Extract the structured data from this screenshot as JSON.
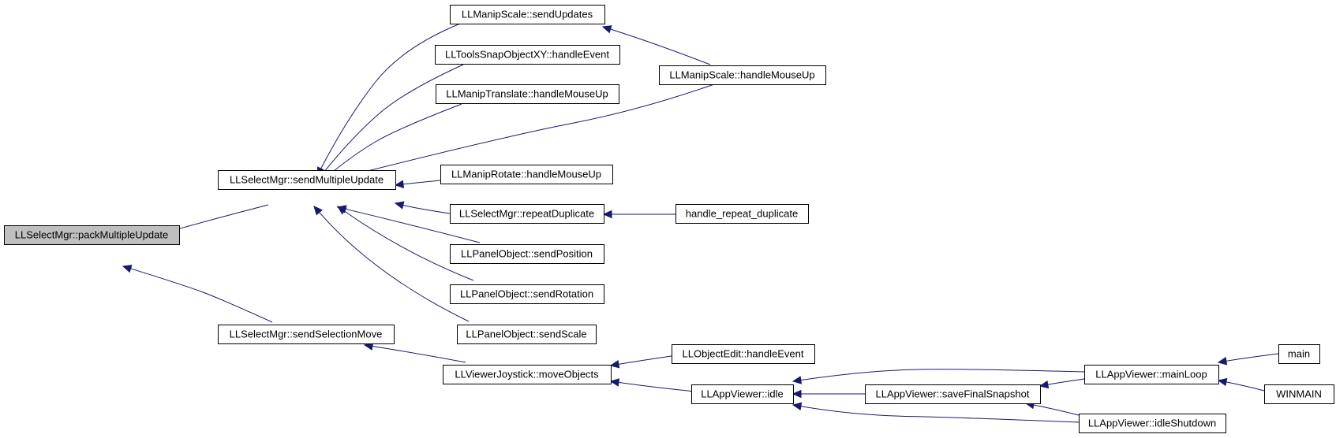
{
  "graph": {
    "nodes": [
      {
        "id": "packMultipleUpdate",
        "label": "LLSelectMgr::packMultipleUpdate",
        "focus": true
      },
      {
        "id": "sendMultipleUpdate",
        "label": "LLSelectMgr::sendMultipleUpdate"
      },
      {
        "id": "sendSelectionMove",
        "label": "LLSelectMgr::sendSelectionMove"
      },
      {
        "id": "manipScaleSendUpdates",
        "label": "LLManipScale::sendUpdates"
      },
      {
        "id": "toolsSnapHandleEvent",
        "label": "LLToolsSnapObjectXY::handleEvent"
      },
      {
        "id": "manipTranslateMouseUp",
        "label": "LLManipTranslate::handleMouseUp"
      },
      {
        "id": "manipRotateMouseUp",
        "label": "LLManipRotate::handleMouseUp"
      },
      {
        "id": "repeatDuplicate",
        "label": "LLSelectMgr::repeatDuplicate"
      },
      {
        "id": "sendPosition",
        "label": "LLPanelObject::sendPosition"
      },
      {
        "id": "sendRotation",
        "label": "LLPanelObject::sendRotation"
      },
      {
        "id": "sendScale",
        "label": "LLPanelObject::sendScale"
      },
      {
        "id": "manipScaleMouseUp",
        "label": "LLManipScale::handleMouseUp"
      },
      {
        "id": "handleRepeatDuplicate",
        "label": "handle_repeat_duplicate"
      },
      {
        "id": "moveObjects",
        "label": "LLViewerJoystick::moveObjects"
      },
      {
        "id": "objectEditHandleEvent",
        "label": "LLObjectEdit::handleEvent"
      },
      {
        "id": "appIdle",
        "label": "LLAppViewer::idle"
      },
      {
        "id": "saveFinalSnapshot",
        "label": "LLAppViewer::saveFinalSnapshot"
      },
      {
        "id": "mainLoop",
        "label": "LLAppViewer::mainLoop"
      },
      {
        "id": "idleShutdown",
        "label": "LLAppViewer::idleShutdown"
      },
      {
        "id": "main",
        "label": "main"
      },
      {
        "id": "winmain",
        "label": "WINMAIN"
      }
    ],
    "edges": [
      {
        "from": "sendMultipleUpdate",
        "to": "packMultipleUpdate"
      },
      {
        "from": "sendSelectionMove",
        "to": "packMultipleUpdate"
      },
      {
        "from": "manipScaleSendUpdates",
        "to": "sendMultipleUpdate"
      },
      {
        "from": "toolsSnapHandleEvent",
        "to": "sendMultipleUpdate"
      },
      {
        "from": "manipTranslateMouseUp",
        "to": "sendMultipleUpdate"
      },
      {
        "from": "manipScaleMouseUp",
        "to": "sendMultipleUpdate"
      },
      {
        "from": "manipRotateMouseUp",
        "to": "sendMultipleUpdate"
      },
      {
        "from": "repeatDuplicate",
        "to": "sendMultipleUpdate"
      },
      {
        "from": "sendPosition",
        "to": "sendMultipleUpdate"
      },
      {
        "from": "sendRotation",
        "to": "sendMultipleUpdate"
      },
      {
        "from": "sendScale",
        "to": "sendMultipleUpdate"
      },
      {
        "from": "manipScaleMouseUp",
        "to": "manipScaleSendUpdates"
      },
      {
        "from": "handleRepeatDuplicate",
        "to": "repeatDuplicate"
      },
      {
        "from": "moveObjects",
        "to": "sendSelectionMove"
      },
      {
        "from": "objectEditHandleEvent",
        "to": "moveObjects"
      },
      {
        "from": "appIdle",
        "to": "moveObjects"
      },
      {
        "from": "mainLoop",
        "to": "appIdle"
      },
      {
        "from": "saveFinalSnapshot",
        "to": "appIdle"
      },
      {
        "from": "idleShutdown",
        "to": "appIdle"
      },
      {
        "from": "mainLoop",
        "to": "saveFinalSnapshot"
      },
      {
        "from": "idleShutdown",
        "to": "saveFinalSnapshot"
      },
      {
        "from": "main",
        "to": "mainLoop"
      },
      {
        "from": "winmain",
        "to": "mainLoop"
      }
    ]
  },
  "colors": {
    "edge": "#191970",
    "focus_fill": "#bfbfbf",
    "node_fill": "#ffffff",
    "node_border": "#000000"
  }
}
